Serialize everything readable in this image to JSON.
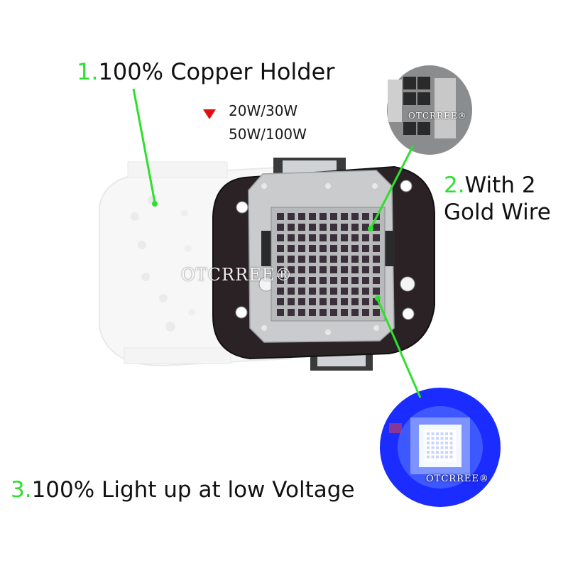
{
  "features": [
    {
      "number": "1.",
      "text": "100% Copper Holder"
    },
    {
      "number": "2.",
      "text_line1": "With 2",
      "text_line2": "Gold Wire"
    },
    {
      "number": "3.",
      "text": "100% Light up at low Voltage"
    }
  ],
  "wattage": {
    "line1": "20W/30W",
    "line2": "50W/100W"
  },
  "watermark": {
    "main": "OTCRREE®",
    "inset": "OTCRREE®",
    "glow": "OTCRREE®"
  },
  "colors": {
    "accent_green": "#2ee02e",
    "pointer_red": "#e01010",
    "glow_blue": "#1a2cff",
    "pcb_dark": "#2a2224"
  }
}
